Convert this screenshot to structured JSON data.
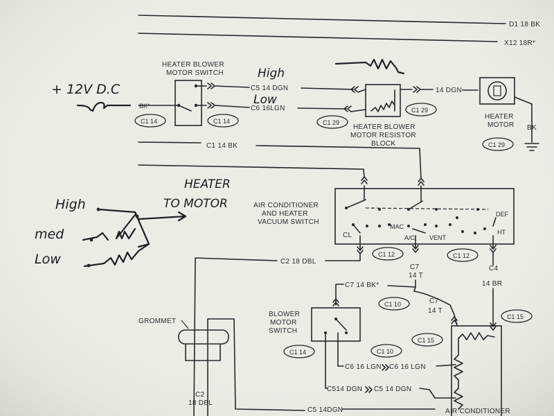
{
  "top_wires": [
    "D1 18 BK",
    "X12 18R*"
  ],
  "handwritten": {
    "supply": "+ 12V D.C",
    "high": "High",
    "low": "Low",
    "heater": "HEATER",
    "to_motor": "TO MOTOR",
    "sw_high": "High",
    "sw_med": "med",
    "sw_low": "Low"
  },
  "heater_blower_switch": {
    "line1": "HEATER BLOWER",
    "line2": "MOTOR SWITCH"
  },
  "wires": {
    "c5": "C5 14 DGN",
    "c6": "C6 16LGN",
    "to_motor": "14 DGN",
    "c1_bk": "C1 14 BK",
    "bk_in": "BK*",
    "motor_ground": "BK",
    "c2_dbl": "C2 18 DBL",
    "c7": "C7",
    "c7_t": "14 T",
    "c7_bk": "C7 14 BK*",
    "c7b": "C7",
    "c7b_t": "14 T",
    "c4": "C4",
    "c4_br": "14 BR",
    "c6_lgn_a": "C6 16 LGN",
    "c6_lgn_b": "C6 16 LGN",
    "c5_dgn_a": "C514 DGN",
    "c5_dgn_b": "C5 14 DGN",
    "c5_bottom": "C5 14DGN",
    "c2": "C2",
    "c2_dbl_v": "18 DBL"
  },
  "connectors": {
    "c1_14_left": "C1 14",
    "c1_14_right": "C1 14",
    "c1_29_left": "C1 29",
    "c1_29_right": "C1 29",
    "c1_29_motor": "C1 29",
    "c1_12_a": "C1 12",
    "c1_12_b": "C1 12",
    "c1_10_a": "C1 10",
    "c1_10_b": "C1 10",
    "c1_15_a": "C1 15",
    "c1_15_b": "C1 15",
    "c1_14_blower": "C1 14"
  },
  "resistor_block": {
    "line1": "HEATER BLOWER",
    "line2": "MOTOR RESISTOR",
    "line3": "BLOCK"
  },
  "heater_motor": {
    "line1": "HEATER",
    "line2": "MOTOR"
  },
  "vacuum_switch": {
    "line1": "AIR CONDITIONER",
    "line2": "AND HEATER",
    "line3": "VACUUM SWITCH",
    "cl": "CL",
    "mac": "MAC",
    "ac": "A/C",
    "vent": "VENT",
    "def": "DEF",
    "ht": "HT"
  },
  "blower_switch": {
    "line1": "BLOWER",
    "line2": "MOTOR",
    "line3": "SWITCH"
  },
  "grommet": "GROMMET",
  "bottom_label": "AIR CONDITIONER"
}
